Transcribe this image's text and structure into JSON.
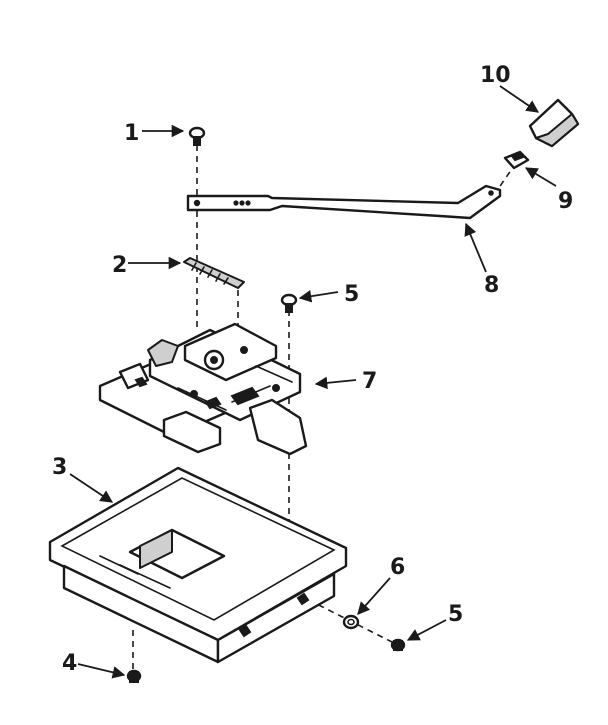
{
  "callouts": {
    "c1": "1",
    "c2": "2",
    "c3": "3",
    "c4": "4",
    "c5a": "5",
    "c5b": "5",
    "c6": "6",
    "c7": "7",
    "c8": "8",
    "c9": "9",
    "c10": "10"
  },
  "colors": {
    "ink": "#1a1a1a",
    "paper": "#ffffff"
  }
}
